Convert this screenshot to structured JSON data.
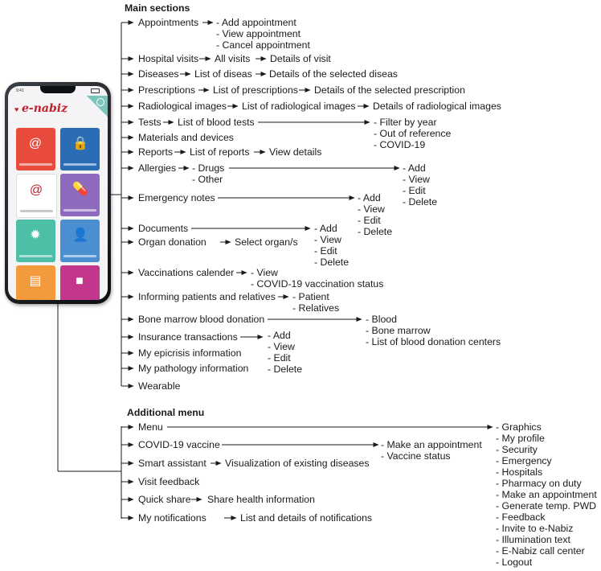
{
  "main_sections": {
    "heading": "Main sections",
    "appointments": {
      "label": "Appointments",
      "items": [
        "- Add appointment",
        "- View appointment",
        "- Cancel appointment"
      ]
    },
    "hospital_visits": {
      "label": "Hospital visits",
      "step1": "All visits",
      "step2": "Details of visit"
    },
    "diseases": {
      "label": "Diseases",
      "step1": "List of diseas",
      "step2": "Details of the selected diseas"
    },
    "prescriptions": {
      "label": "Prescriptions",
      "step1": "List of prescriptions",
      "step2": "Details of the selected prescription"
    },
    "radiological": {
      "label": "Radiological images",
      "step1": "List of radiological images",
      "step2": "Details of radiological images"
    },
    "tests": {
      "label": "Tests",
      "step1": "List of blood tests",
      "items": [
        "- Filter by year",
        "- Out of reference",
        "- COVID-19"
      ]
    },
    "materials": {
      "label": "Materials and devices"
    },
    "reports": {
      "label": "Reports",
      "step1": "List of reports",
      "step2": "View details"
    },
    "allergies": {
      "label": "Allergies",
      "types": [
        "- Drugs",
        "- Other"
      ],
      "items": [
        "- Add",
        "- View",
        "- Edit",
        "- Delete"
      ]
    },
    "emergency_notes": {
      "label": "Emergency notes",
      "items": [
        "- Add",
        "- View",
        "- Edit",
        "- Delete"
      ]
    },
    "documents": {
      "label": "Documents",
      "items": [
        "- Add",
        "- View",
        "- Edit",
        "- Delete"
      ]
    },
    "organ_donation": {
      "label": "Organ donation",
      "step1": "Select organ/s"
    },
    "vaccinations": {
      "label": "Vaccinations calender",
      "items": [
        "- View",
        "- COVID-19 vaccination status"
      ]
    },
    "informing": {
      "label": "Informing patients and relatives",
      "items": [
        "- Patient",
        "- Relatives"
      ]
    },
    "bone_marrow": {
      "label": "Bone marrow blood donation",
      "items": [
        "- Blood",
        "- Bone marrow",
        "- List of blood donation centers"
      ]
    },
    "insurance": {
      "label": "Insurance transactions",
      "items": [
        "- Add",
        "- View",
        "- Edit",
        "- Delete"
      ]
    },
    "epicrisis": {
      "label": "My epicrisis information"
    },
    "pathology": {
      "label": "My pathology information"
    },
    "wearable": {
      "label": "Wearable"
    }
  },
  "additional_menu": {
    "heading": "Additional menu",
    "menu": {
      "label": "Menu",
      "items": [
        "- Graphics",
        "- My profile",
        "- Security",
        "- Emergency",
        "- Hospitals",
        "- Pharmacy on duty",
        "- Make an appointment",
        "- Generate temp. PWD",
        "- Feedback",
        "- Invite to e-Nabiz",
        "- Illumination text",
        "- E-Nabiz call center",
        "- Logout"
      ]
    },
    "covid_vaccine": {
      "label": "COVID-19 vaccine",
      "items": [
        "- Make an appointment",
        "- Vaccine status"
      ]
    },
    "smart_assistant": {
      "label": "Smart assistant",
      "step1": "Visualization of existing diseases"
    },
    "visit_feedback": {
      "label": "Visit feedback"
    },
    "quick_share": {
      "label": "Quick share",
      "step1": "Share health information"
    },
    "notifications": {
      "label": "My notifications",
      "step1": "List and details of notifications"
    }
  },
  "phone": {
    "app_name": "e-nabiz",
    "tile_colors": [
      "#e84a3c",
      "#2b6db5",
      "#ffffff",
      "#8f6bbf",
      "#4dbfa6",
      "#4a8fd0",
      "#f39a3c",
      "#c2378c"
    ],
    "tile_icons": [
      "swirl-icon",
      "lock-icon",
      "swirl-icon",
      "pill-icon",
      "virus-icon",
      "person-icon",
      "id-card-icon",
      "video-icon"
    ]
  }
}
